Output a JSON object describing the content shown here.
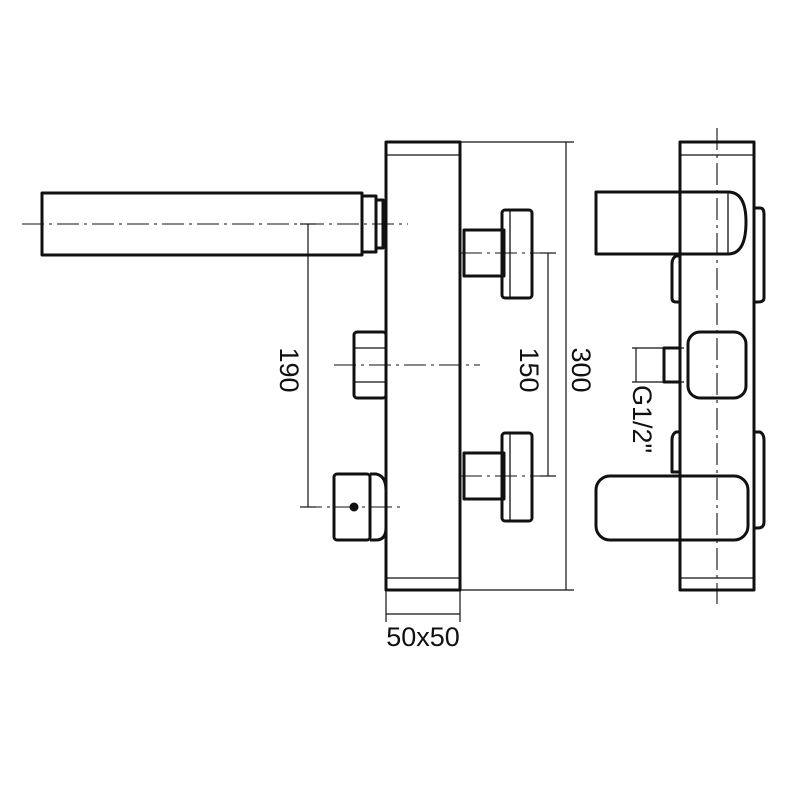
{
  "dimensions": {
    "handle_spacing": "190",
    "inlet_spacing": "150",
    "body_height": "300",
    "body_section": "50x50",
    "connection_thread": "G1/2\""
  },
  "colors": {
    "line": "#111111",
    "background": "#ffffff"
  }
}
